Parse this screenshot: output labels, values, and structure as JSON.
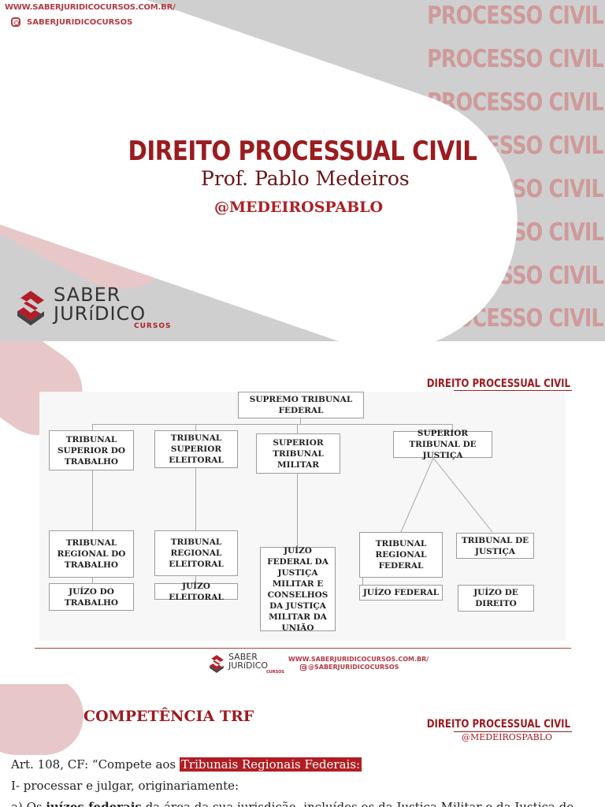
{
  "cover": {
    "url": "WWW.SABERJURIDICOCURSOS.COM.BR/",
    "instagram": "SABERJURIDICOCURSOS",
    "watermark": "PROCESSO CIVIL",
    "title": "DIREITO PROCESSUAL CIVIL",
    "professor": "Prof. Pablo Medeiros",
    "handle": "@MEDEIROSPABLO",
    "logo": {
      "line1": "SABER",
      "line2": "JURíDICO",
      "line3": "CURSOS"
    }
  },
  "slide_header": {
    "title": "DIREITO PROCESSUAL CIVIL",
    "handle": "@MEDEIROSPABLO"
  },
  "org_chart": {
    "stf": "SUPREMO TRIBUNAL FEDERAL",
    "tst": "TRIBUNAL SUPERIOR DO TRABALHO",
    "tse": "TRIBUNAL SUPERIOR ELEITORAL",
    "stm": "SUPERIOR TRIBUNAL MILITAR",
    "stj": "SUPERIOR TRIBUNAL DE JUSTIÇA",
    "trt": "TRIBUNAL REGIONAL DO TRABALHO",
    "tre": "TRIBUNAL REGIONAL ELEITORAL",
    "jm": "JUÍZO FEDERAL DA JUSTIÇA MILITAR E CONSELHOS DA JUSTIÇA MILITAR DA UNIÃO",
    "trf": "TRIBUNAL REGIONAL FEDERAL",
    "tj": "TRIBUNAL DE JUSTIÇA",
    "jt": "JUÍZO DO TRABALHO",
    "je": "JUÍZO ELEITORAL",
    "jf": "JUÍZO FEDERAL",
    "jd": "JUÍZO DE DIREITO"
  },
  "footer": {
    "url": "WWW.SABERJURIDICOCURSOS.COM.BR/",
    "instagram": "@SABERJURIDICOCURSOS",
    "logo": {
      "line1": "SABER",
      "line2": "JURíDICO",
      "line3": "CURSOS"
    }
  },
  "slide3": {
    "title": "COMPETÊNCIA TRF",
    "line1_prefix": "Art. 108, CF: “Compete aos ",
    "line1_highlight": "Tribunais Regionais Federais:",
    "line2": "I- processar e julgar, originariamente:",
    "line3_prefix": "a)      Os ",
    "line3_bold": "juízes federais",
    "line3_rest": " da área da sua jurisdição, incluídos os da Justiça Militar e da Justiça do"
  },
  "colors": {
    "brand_red": "#9b1b1f",
    "highlight": "#b01e24",
    "pink": "#e8c7c8",
    "gray_bg": "#cfcfcf"
  }
}
